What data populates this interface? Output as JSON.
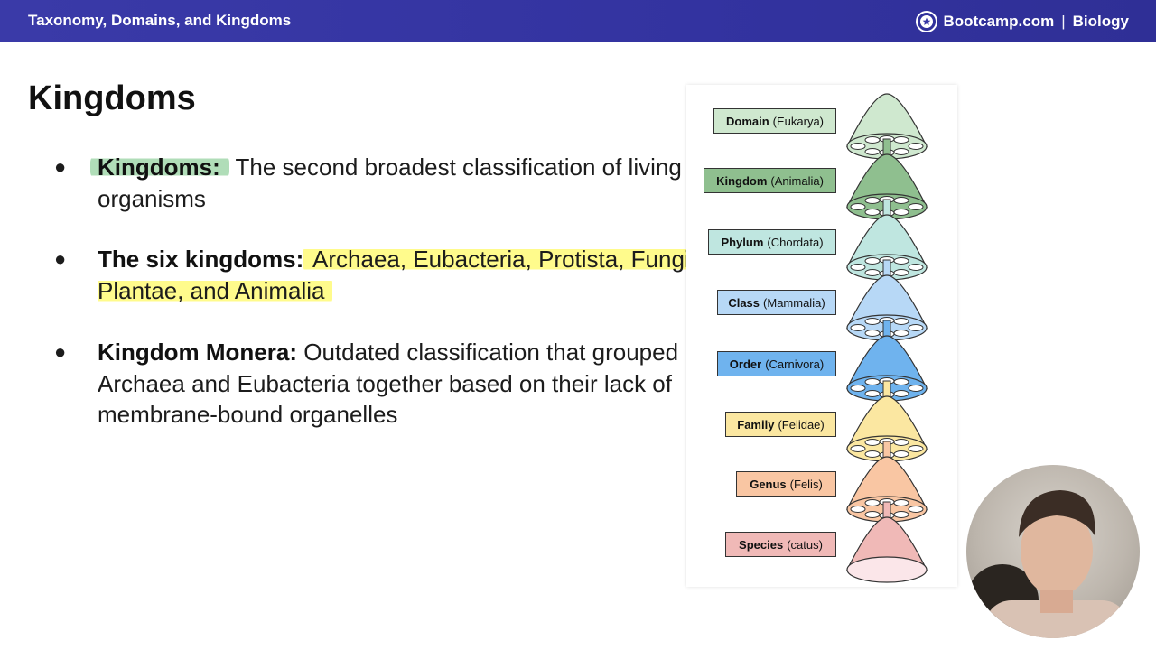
{
  "header": {
    "title": "Taxonomy, Domains, and Kingdoms",
    "brand": "Bootcamp.com",
    "separator": "|",
    "subject": "Biology"
  },
  "slide": {
    "title": "Kingdoms",
    "bullets": [
      {
        "term": "Kingdoms:",
        "text": " The second broadest classification of living organisms"
      },
      {
        "term": "The six kingdoms:",
        "text": " Archaea, Eubacteria, Protista, Fungi, Plantae, and Animalia"
      },
      {
        "term": "Kingdom Monera:",
        "text": " Outdated classification that grouped Archaea and Eubacteria together based on their lack of membrane-bound organelles"
      }
    ]
  },
  "diagram": {
    "ranks": [
      {
        "rank": "Domain",
        "example": "(Eukarya)",
        "color": "#cfe8cf"
      },
      {
        "rank": "Kingdom",
        "example": "(Animalia)",
        "color": "#8fbf8f"
      },
      {
        "rank": "Phylum",
        "example": "(Chordata)",
        "color": "#bfe6e0"
      },
      {
        "rank": "Class",
        "example": "(Mammalia)",
        "color": "#b7d8f6"
      },
      {
        "rank": "Order",
        "example": "(Carnivora)",
        "color": "#6fb3ee"
      },
      {
        "rank": "Family",
        "example": "(Felidae)",
        "color": "#fbe7a1"
      },
      {
        "rank": "Genus",
        "example": "(Felis)",
        "color": "#f9c6a3"
      },
      {
        "rank": "Species",
        "example": "(catus)",
        "color": "#f0b9b7"
      }
    ]
  },
  "icons": {
    "brand_logo": "bootcamp-logo-icon",
    "bullet": "bullet-dot-icon"
  },
  "colors": {
    "header_bg": "#3636a4",
    "highlight_green": "#96d2a0",
    "highlight_yellow": "#fffa78"
  }
}
